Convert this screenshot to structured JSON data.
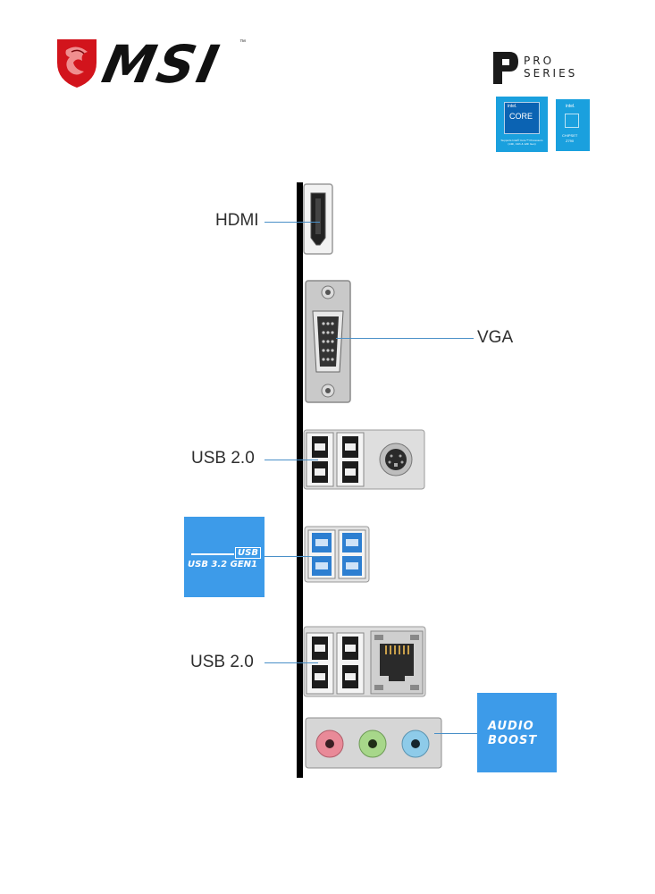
{
  "brand": {
    "name": "MSI",
    "trademark": "™",
    "series_line1": "PRO",
    "series_line2": "SERIES"
  },
  "badges": {
    "core": {
      "brand": "intel.",
      "name": "CORE",
      "note": "Supports Intel® Core™ Processors (14th, 13th & 12th Gen)"
    },
    "chipset": {
      "brand": "intel.",
      "name": "CHIPSET",
      "model": "Z790"
    }
  },
  "ports": {
    "hdmi": "HDMI",
    "vga": "VGA",
    "usb_top": "USB 2.0",
    "usb_bottom": "USB 2.0"
  },
  "usb3_box": {
    "line1": "USB",
    "line2": "USB 3.2 GEN1"
  },
  "audio_box": {
    "line1": "AUDIO",
    "line2": "BOOST"
  },
  "colors": {
    "leader": "#4a90c8",
    "box_blue": "#3d9be9",
    "msi_red": "#d2141c",
    "audio_pink": "#e98a98",
    "audio_green": "#a7d78a",
    "audio_blue": "#8ecbe9",
    "usb3_blue": "#2d7fd1"
  },
  "icons": [
    "msi-dragon-shield",
    "pro-series-mark",
    "hdmi-port",
    "vga-port",
    "usb2-port",
    "ps2-port",
    "usb3-port",
    "rj45-port",
    "audio-jack"
  ]
}
